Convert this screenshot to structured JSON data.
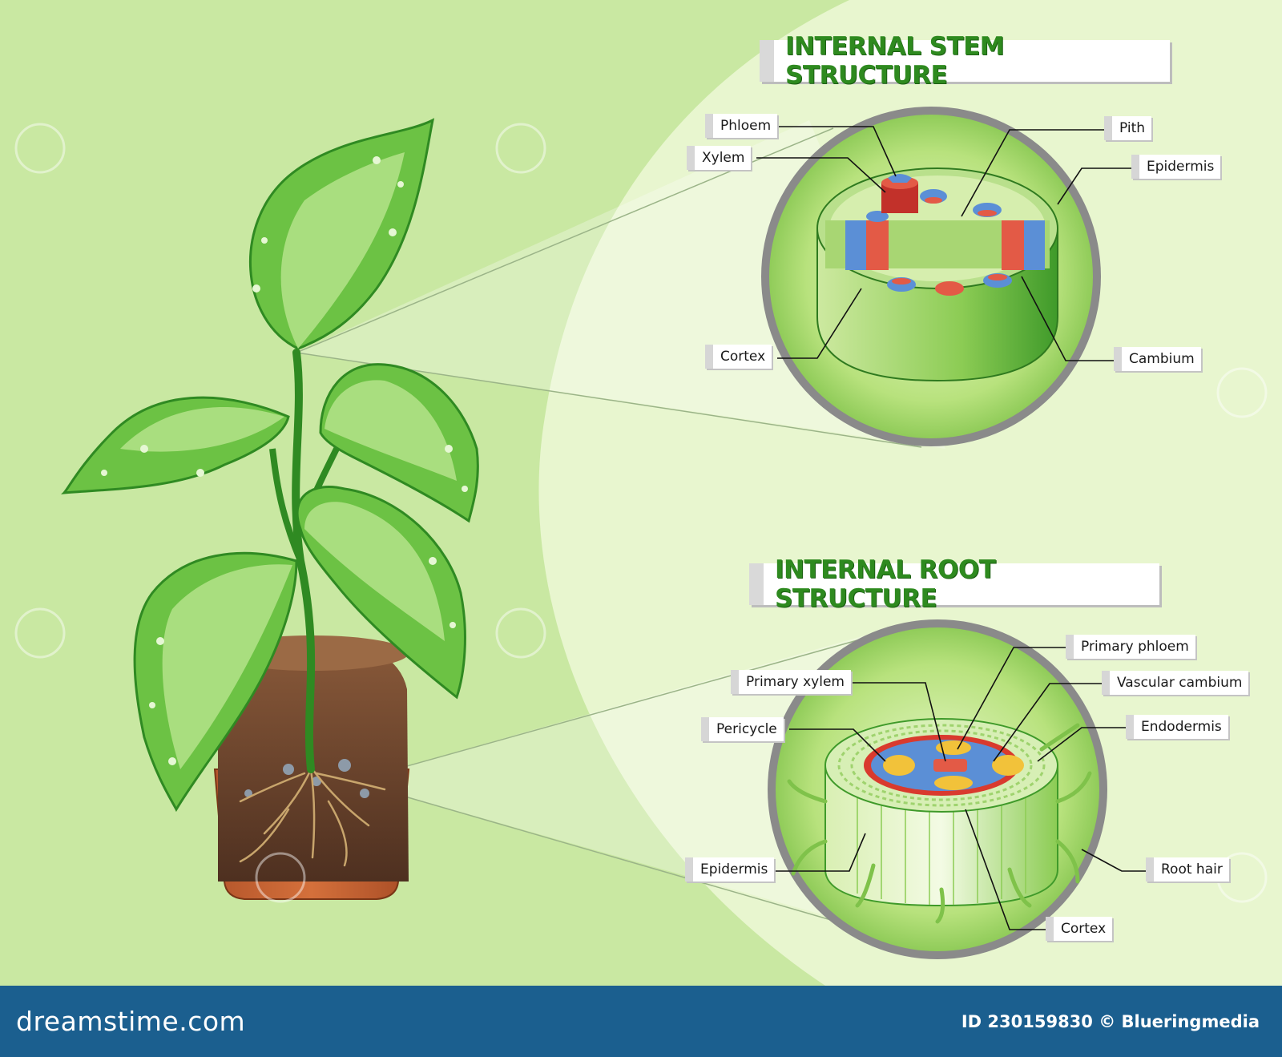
{
  "stem": {
    "title": "INTERNAL STEM STRUCTURE",
    "labels": {
      "phloem": "Phloem",
      "xylem": "Xylem",
      "pith": "Pith",
      "epidermis": "Epidermis",
      "cortex": "Cortex",
      "cambium": "Cambium"
    }
  },
  "root": {
    "title": "INTERNAL ROOT STRUCTURE",
    "labels": {
      "primary_phloem": "Primary phloem",
      "primary_xylem": "Primary xylem",
      "vascular_cambium": "Vascular cambium",
      "pericycle": "Pericycle",
      "endodermis": "Endodermis",
      "epidermis": "Epidermis",
      "root_hair": "Root hair",
      "cortex": "Cortex"
    }
  },
  "footer": {
    "logo": "dreamstime.com",
    "credit": "ID 230159830 © Blueringmedia"
  },
  "colors": {
    "background": "#c9e8a2",
    "panel": "#e8f6cf",
    "title_green": "#2e8a1f",
    "footer_blue": "#1b5f8f",
    "phloem_blue": "#5b8fd6",
    "xylem_red": "#e35a46",
    "xylem_yellow": "#f2c23a"
  }
}
